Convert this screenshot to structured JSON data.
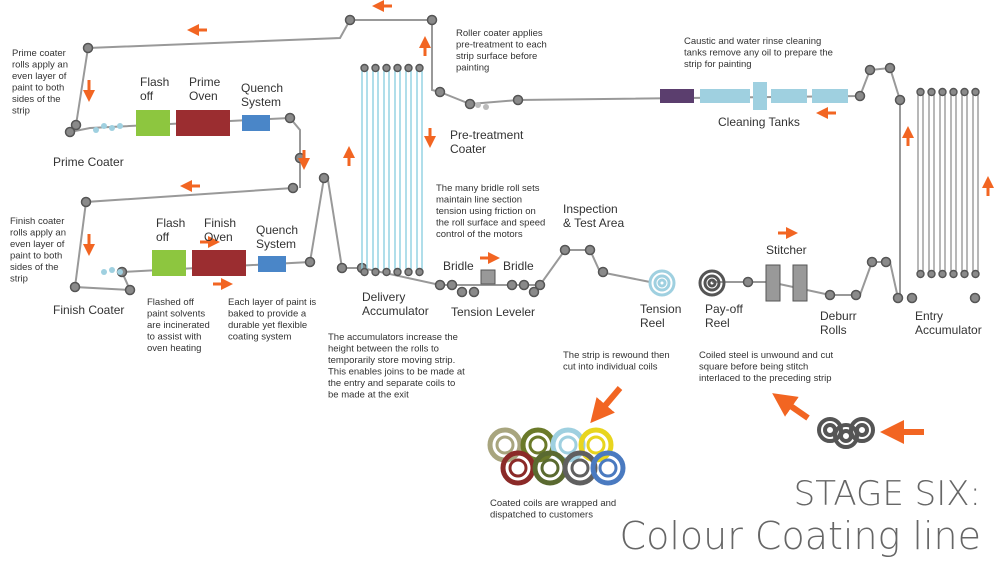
{
  "title": {
    "line1": "STAGE SIX:",
    "line2": "Colour Coating line"
  },
  "labels": {
    "prime_coater": "Prime Coater",
    "flash_off_1": [
      "Flash",
      "off"
    ],
    "prime_oven": [
      "Prime",
      "Oven"
    ],
    "quench_1": [
      "Quench",
      "System"
    ],
    "finish_coater": "Finish Coater",
    "flash_off_2": [
      "Flash",
      "off"
    ],
    "finish_oven": [
      "Finish",
      "Oven"
    ],
    "quench_2": [
      "Quench",
      "System"
    ],
    "delivery_accumulator": [
      "Delivery",
      "Accumulator"
    ],
    "pretreatment_coater": [
      "Pre-treatment",
      "Coater"
    ],
    "cleaning_tanks": "Cleaning Tanks",
    "bridle_left": "Bridle",
    "bridle_right": "Bridle",
    "tension_leveler": "Tension Leveler",
    "inspection": [
      "Inspection",
      "& Test Area"
    ],
    "tension_reel": [
      "Tension",
      "Reel"
    ],
    "payoff_reel": [
      "Pay-off",
      "Reel"
    ],
    "stitcher": "Stitcher",
    "deburr_rolls": [
      "Deburr",
      "Rolls"
    ],
    "entry_accumulator": [
      "Entry",
      "Accumulator"
    ]
  },
  "notes": {
    "prime_coater_note": [
      "Prime coater",
      "rolls apply an",
      "even layer of",
      "paint to both",
      "sides of the",
      "strip"
    ],
    "finish_coater_note": [
      "Finish coater",
      "rolls apply an",
      "even layer of",
      "paint to both",
      "sides of the",
      "strip"
    ],
    "flashed_off_note": [
      "Flashed off",
      "paint solvents",
      "are incinerated",
      "to assist with",
      "oven heating"
    ],
    "baked_note": [
      "Each layer of paint is",
      "baked to provide a",
      "durable yet flexible",
      "coating system"
    ],
    "roller_coater_note": [
      "Roller coater applies",
      "pre-treatment to each",
      "strip surface before",
      "painting"
    ],
    "caustic_note": [
      "Caustic and water rinse cleaning",
      "tanks remove any oil to prepare the",
      "strip for painting"
    ],
    "bridle_note": [
      "The many bridle roll sets",
      "maintain line section",
      "tension using friction on",
      "the roll surface and speed",
      "control of the motors"
    ],
    "accumulator_note": [
      "The accumulators increase the",
      "height between the rolls to",
      "temporarily store moving strip.",
      "This enables joins to be made at",
      "the entry and separate coils to",
      "be made at the exit"
    ],
    "rewound_note": [
      "The strip is rewound then",
      "cut into individual coils"
    ],
    "coiled_note": [
      "Coiled steel is unwound and cut",
      "square before being stitch",
      "interlaced to the preceding strip"
    ],
    "dispatched_note": [
      "Coated coils are wrapped and",
      "dispatched to customers"
    ]
  },
  "colors": {
    "strip": "#999999",
    "roller": "#9a9a9a",
    "arrow": "#f26522",
    "flash_off": "#8dc63f",
    "oven": "#9b2d30",
    "quench": "#4a86c8",
    "tank": "#9fd0e0",
    "tank_entry": "#5b3e6e",
    "accumulator": "#8ecfe0",
    "stitcher": "#999999"
  },
  "coil_colors": [
    "#a8a57e",
    "#6b7a2a",
    "#9fd0e0",
    "#e8d51e",
    "#8b2a28",
    "#5a6a30",
    "#606060",
    "#4a7ac0"
  ]
}
